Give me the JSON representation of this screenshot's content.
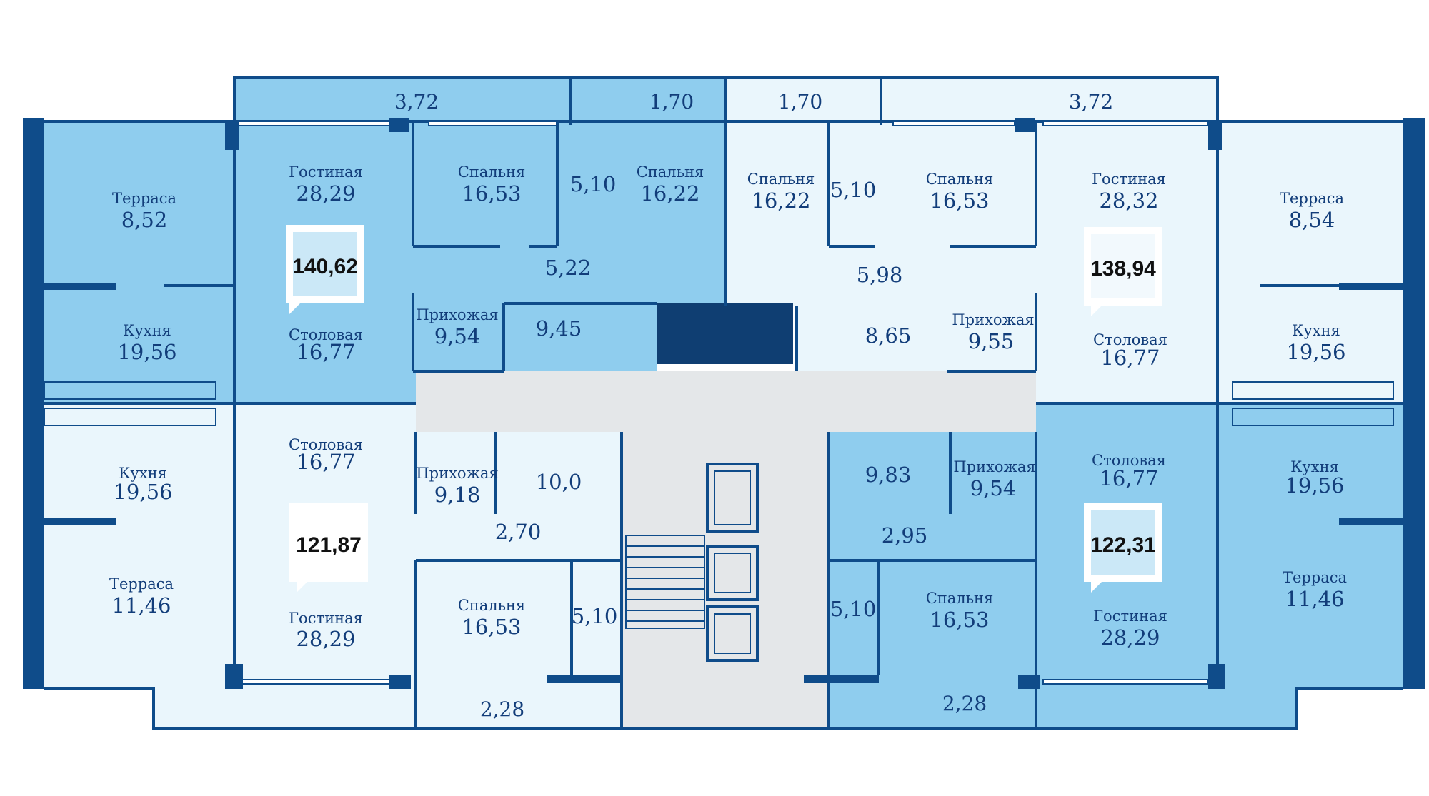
{
  "colors": {
    "apt_top_left": "#8fcdee",
    "apt_top_right": "#eaf6fc",
    "apt_bottom_left": "#eaf6fc",
    "apt_bottom_right": "#8fcdee",
    "common": "#e4e7e9",
    "wall": "#0f4c8a",
    "text": "#123d7a"
  },
  "apartments": {
    "top_left": {
      "total": "140,62",
      "rooms": {
        "terrace": {
          "name": "Терраса",
          "area": "8,52"
        },
        "living": {
          "name": "Гостиная",
          "area": "28,29"
        },
        "kitchen": {
          "name": "Кухня",
          "area": "19,56"
        },
        "dining": {
          "name": "Столовая",
          "area": "16,77"
        },
        "bedroom1": {
          "name": "Спальня",
          "area": "16,53"
        },
        "bedroom2": {
          "name": "Спальня",
          "area": "16,22"
        },
        "hall": {
          "name": "Прихожая",
          "area": "9,54"
        }
      },
      "small": {
        "closet": "5,10",
        "corridor": "5,22",
        "bath": "9,45",
        "balcony1": "3,72",
        "balcony2": "1,70"
      }
    },
    "top_right": {
      "total": "138,94",
      "rooms": {
        "terrace": {
          "name": "Терраса",
          "area": "8,54"
        },
        "living": {
          "name": "Гостиная",
          "area": "28,32"
        },
        "kitchen": {
          "name": "Кухня",
          "area": "19,56"
        },
        "dining": {
          "name": "Столовая",
          "area": "16,77"
        },
        "bedroom1": {
          "name": "Спальня",
          "area": "16,22"
        },
        "bedroom2": {
          "name": "Спальня",
          "area": "16,53"
        },
        "hall": {
          "name": "Прихожая",
          "area": "9,55"
        }
      },
      "small": {
        "closet": "5,10",
        "corridor": "5,98",
        "bath": "8,65",
        "balcony1": "1,70",
        "balcony2": "3,72"
      }
    },
    "bottom_left": {
      "total": "121,87",
      "rooms": {
        "kitchen": {
          "name": "Кухня",
          "area": "19,56"
        },
        "terrace": {
          "name": "Терраса",
          "area": "11,46"
        },
        "dining": {
          "name": "Столовая",
          "area": "16,77"
        },
        "living": {
          "name": "Гостиная",
          "area": "28,29"
        },
        "hall": {
          "name": "Прихожая",
          "area": "9,18"
        },
        "bedroom": {
          "name": "Спальня",
          "area": "16,53"
        }
      },
      "small": {
        "bath": "10,0",
        "wc": "2,70",
        "closet": "5,10",
        "balcony": "2,28"
      }
    },
    "bottom_right": {
      "total": "122,31",
      "rooms": {
        "kitchen": {
          "name": "Кухня",
          "area": "19,56"
        },
        "terrace": {
          "name": "Терраса",
          "area": "11,46"
        },
        "dining": {
          "name": "Столовая",
          "area": "16,77"
        },
        "living": {
          "name": "Гостиная",
          "area": "28,29"
        },
        "hall": {
          "name": "Прихожая",
          "area": "9,54"
        },
        "bedroom": {
          "name": "Спальня",
          "area": "16,53"
        }
      },
      "small": {
        "bath": "9,83",
        "wc": "2,95",
        "closet": "5,10",
        "balcony": "2,28"
      }
    }
  }
}
